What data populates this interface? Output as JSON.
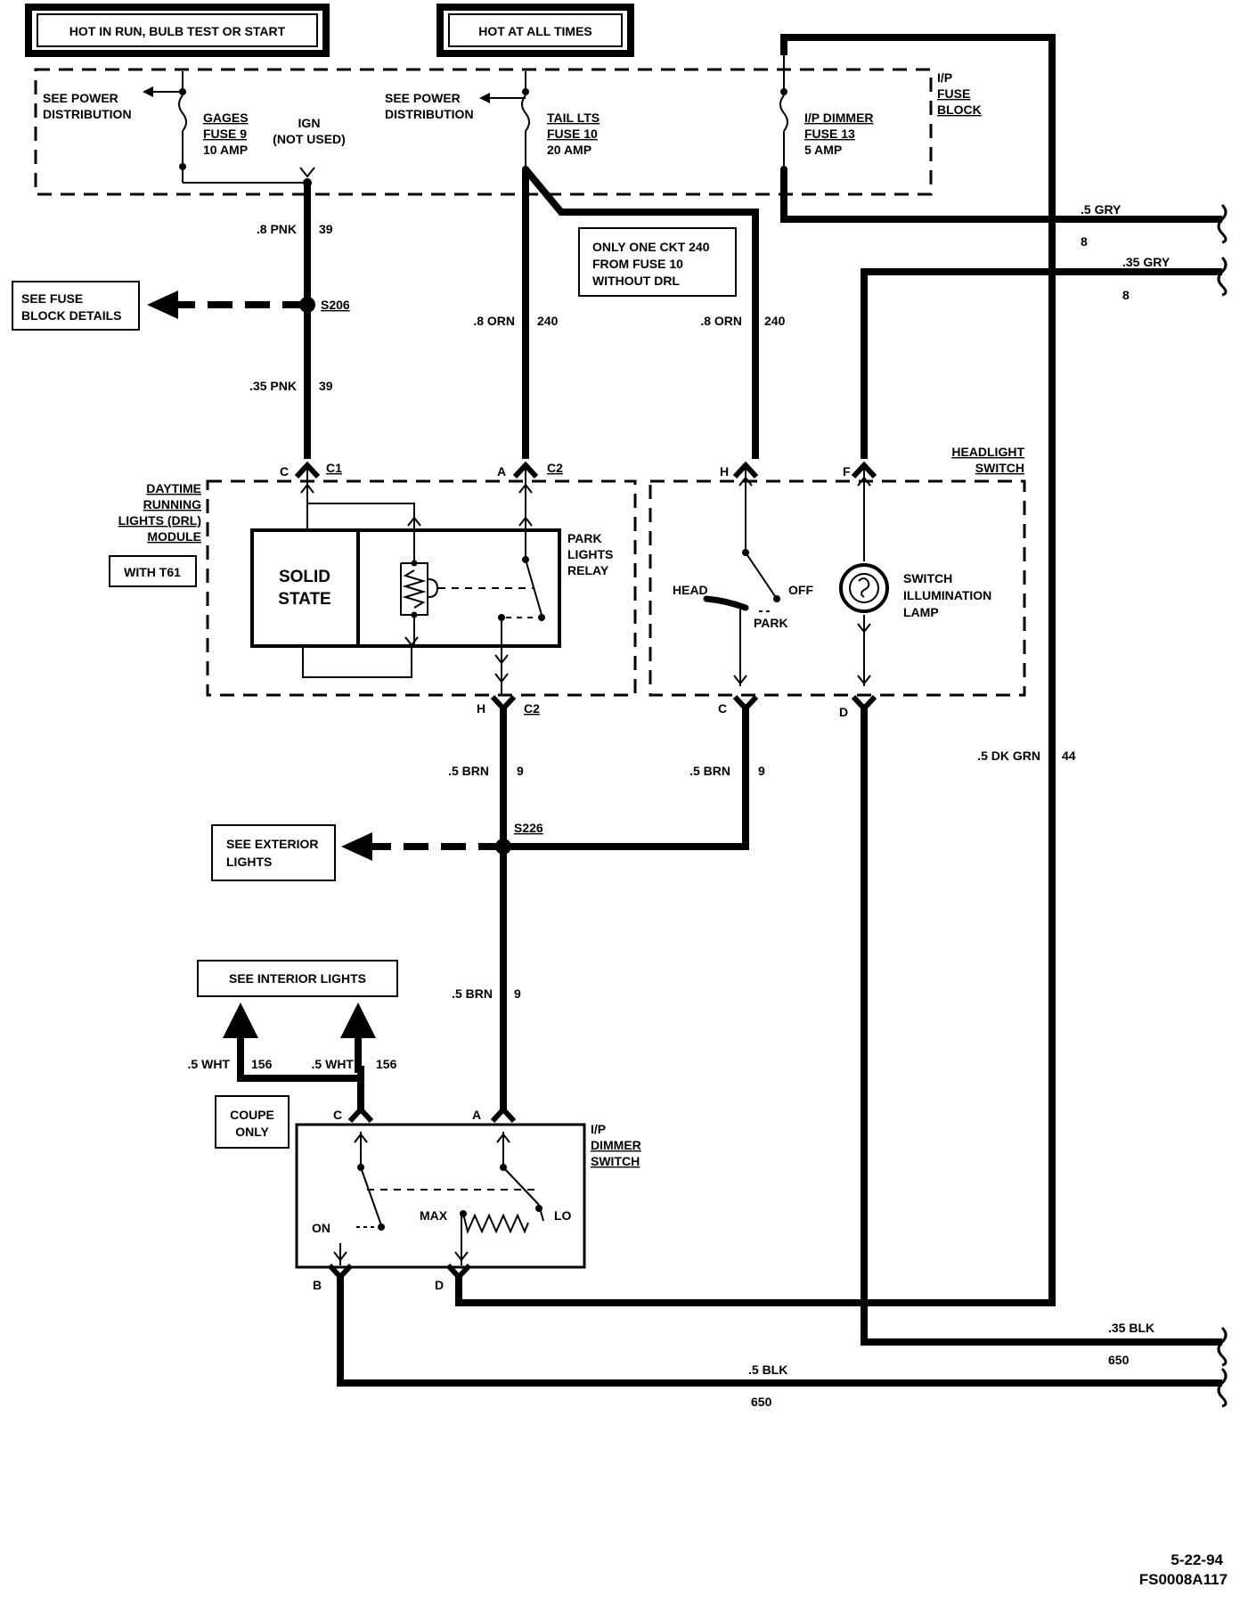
{
  "headers": {
    "hot_run": "HOT IN RUN, BULB TEST OR START",
    "hot_all": "HOT AT ALL TIMES"
  },
  "fuse_block": {
    "label": [
      "I/P",
      "FUSE",
      "BLOCK"
    ],
    "see_power_1": [
      "SEE POWER",
      "DISTRIBUTION"
    ],
    "see_power_2": [
      "SEE POWER",
      "DISTRIBUTION"
    ],
    "gages_fuse": [
      "GAGES",
      "FUSE 9",
      "10 AMP"
    ],
    "ign": [
      "IGN",
      "(NOT USED)"
    ],
    "tail_fuse": [
      "TAIL LTS",
      "FUSE 10",
      "20 AMP"
    ],
    "dimmer_fuse": [
      "I/P DIMMER",
      "FUSE 13",
      "5 AMP"
    ]
  },
  "note_ckt240": [
    "ONLY ONE CKT 240",
    "FROM FUSE 10",
    "WITHOUT DRL"
  ],
  "wires": {
    "pnk_top": ".8 PNK",
    "pnk_top_ckt": "39",
    "pnk_bot": ".35 PNK",
    "pnk_bot_ckt": "39",
    "orn_a": ".8 ORN",
    "orn_a_ckt": "240",
    "orn_b": ".8 ORN",
    "orn_b_ckt": "240",
    "gry_a": ".5 GRY",
    "gry_a_ckt": "8",
    "gry_b": ".35 GRY",
    "gry_b_ckt": "8",
    "brn_a": ".5  BRN",
    "brn_a_ckt": "9",
    "brn_b": ".5  BRN",
    "brn_b_ckt": "9",
    "brn_c": ".5 BRN",
    "brn_c_ckt": "9",
    "dkgrn": ".5 DK GRN",
    "dkgrn_ckt": "44",
    "wht_a": ".5 WHT",
    "wht_a_ckt": "156",
    "wht_b": ".5 WHT",
    "wht_b_ckt": "156",
    "blk_a": ".35 BLK",
    "blk_a_ckt": "650",
    "blk_b": ".5 BLK",
    "blk_b_ckt": "650"
  },
  "splices": {
    "s206": "S206",
    "s226": "S226"
  },
  "refs": {
    "fuse_details": [
      "SEE FUSE",
      "BLOCK DETAILS"
    ],
    "exterior": [
      "SEE EXTERIOR",
      "LIGHTS"
    ],
    "interior": "SEE INTERIOR LIGHTS",
    "coupe": [
      "COUPE",
      "ONLY"
    ]
  },
  "drl": {
    "label": [
      "DAYTIME",
      "RUNNING",
      "LIGHTS (DRL)",
      "MODULE"
    ],
    "with": "WITH T61",
    "solid_state": [
      "SOLID",
      "STATE"
    ],
    "relay": [
      "PARK",
      "LIGHTS",
      "RELAY"
    ]
  },
  "headlight": {
    "label": [
      "HEADLIGHT",
      "SWITCH"
    ],
    "head": "HEAD",
    "off": "OFF",
    "park": "PARK",
    "lamp": [
      "SWITCH",
      "ILLUMINATION",
      "LAMP"
    ]
  },
  "dimmer": {
    "label": [
      "I/P",
      "DIMMER",
      "SWITCH"
    ],
    "on": "ON",
    "max": "MAX",
    "lo": "LO"
  },
  "pins": {
    "c": "C",
    "c1": "C1",
    "a": "A",
    "c2a": "C2",
    "h": "H",
    "f": "F",
    "h2": "H",
    "c2b": "C2",
    "c3": "C",
    "d": "D",
    "dc": "C",
    "da": "A",
    "db": "B",
    "dd": "D"
  },
  "footer": {
    "date": "5-22-94",
    "code": "FS0008A117"
  }
}
